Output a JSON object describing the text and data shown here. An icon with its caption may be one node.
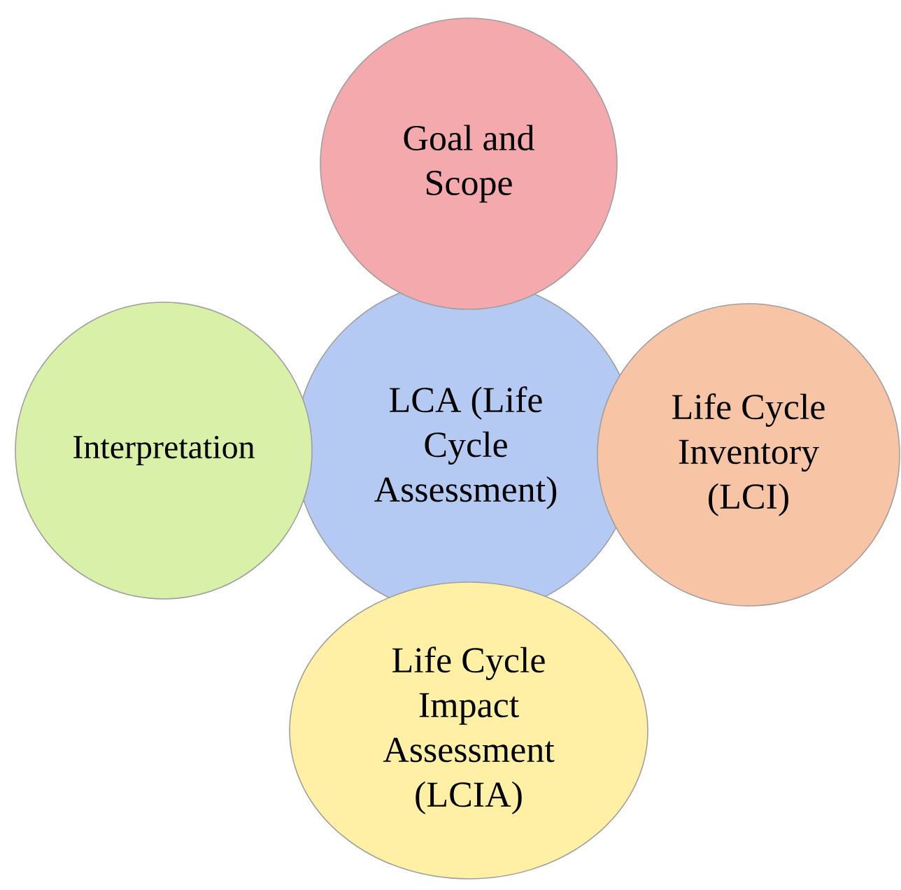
{
  "diagram": {
    "nodes": [
      {
        "text": [
          "Goal and Scope"
        ]
      },
      {
        "text": [
          "Interpretation"
        ]
      },
      {
        "text": [
          "LCA (Life Cycle Assessment)"
        ]
      },
      {
        "text": [
          "Life Cycle Inventory (LCI)"
        ]
      },
      {
        "text": [
          "Life Cycle Impact Assessment (LCIA)"
        ]
      }
    ]
  }
}
